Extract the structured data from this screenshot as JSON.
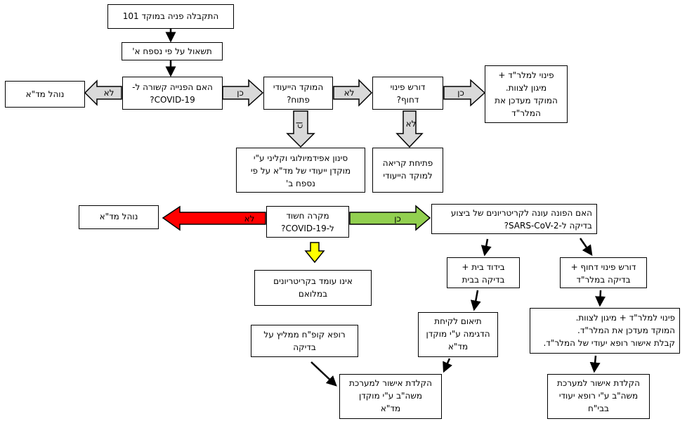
{
  "boxes": {
    "start": "התקבלה פניה במוקד 101",
    "appendix_a": "תשאול על פי נספח א'",
    "covid_related": "האם הפנייה קשורה ל-\nCOVID-19?",
    "managed_mda_top": "נוהל מד\"א",
    "center_open": "המוקד הייעודי\nפתוח?",
    "urgent_evac": "דורש פינוי\nדחוף?",
    "evac_mlrd": "פינוי למלר\"ד +\nמיגון לצוות.\nהמוקד מעדכן את\nהמלר\"ד",
    "epi_screening": "סינון אפידמיולוגי וקליני ע\"י\nמוקדן ייעודי של מד\"א על פי\nנספח ב'",
    "open_call": "פתיחת קריאה\nלמוקד הייעודי",
    "managed_mda_mid": "נוהל מד\"א",
    "suspected": "מקרה חשוד\nל-COVID-19?",
    "criteria_test": "האם הפונה עונה לקריטריונים של ביצוע\nבדיקה ל-SARS-CoV-2?",
    "not_full_criteria": "אינו עומד בקריטריונים\nבמלואם",
    "home_isolation": "בידוד בית +\nבדיקה בבית",
    "urgent_evac_test": "דורש פינוי דחוף +\nבדיקה במלר\"ד",
    "kupah_doctor": "רופא קופ\"ח ממליץ על\nבדיקה",
    "coordinate_sample": "תיאום לקיחת\nהדגימה ע\"י מוקדן\nמד\"א",
    "evac_mlrd_approval": "פינוי למלר\"ד + מיגון לצוות.\nהמוקד מעדכן את המלר\"ד.\nקבלת אישור רופא יעודי של המלר\"ד.",
    "approval_mashab_mda": "הקלדת אישור למערכת\nמשה\"ב ע\"י מוקדן\nמד\"א",
    "approval_mashab_hosp": "הקלדת אישור למערכת\nמשה\"ב ע\"י רופא יעודי\nבבי\"ח"
  },
  "arrow_labels": {
    "no": "לא",
    "yes": "כן"
  },
  "colors": {
    "arrow_gray": "#d9d9d9",
    "arrow_red": "#ff0000",
    "arrow_green": "#92d050",
    "arrow_yellow": "#ffff00"
  }
}
